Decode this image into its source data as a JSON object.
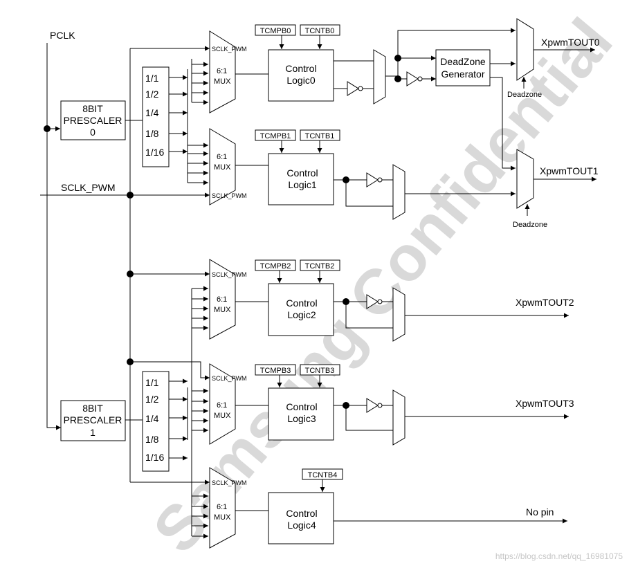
{
  "inputs": {
    "pclk": "PCLK",
    "sclk_pwm": "SCLK_PWM"
  },
  "prescalers": [
    {
      "line1": "8BIT",
      "line2": "PRESCALER",
      "line3": "0"
    },
    {
      "line1": "8BIT",
      "line2": "PRESCALER",
      "line3": "1"
    }
  ],
  "dividers": [
    "1/1",
    "1/2",
    "1/4",
    "1/8",
    "1/16"
  ],
  "mux": {
    "ratio": "6:1",
    "name": "MUX",
    "sclk": "SCLK_PWM"
  },
  "logic": [
    {
      "line1": "Control",
      "line2": "Logic0"
    },
    {
      "line1": "Control",
      "line2": "Logic1"
    },
    {
      "line1": "Control",
      "line2": "Logic2"
    },
    {
      "line1": "Control",
      "line2": "Logic3"
    },
    {
      "line1": "Control",
      "line2": "Logic4"
    }
  ],
  "registers": {
    "tcmpb": [
      "TCMPB0",
      "TCMPB1",
      "TCMPB2",
      "TCMPB3"
    ],
    "tcntb": [
      "TCNTB0",
      "TCNTB1",
      "TCNTB2",
      "TCNTB3",
      "TCNTB4"
    ]
  },
  "deadzone": {
    "line1": "DeadZone",
    "line2": "Generator",
    "label": "Deadzone"
  },
  "outputs": [
    "XpwmTOUT0",
    "XpwmTOUT1",
    "XpwmTOUT2",
    "XpwmTOUT3",
    "No pin"
  ],
  "watermark": "Samsung Confidential",
  "credit": "https://blog.csdn.net/qq_16981075"
}
